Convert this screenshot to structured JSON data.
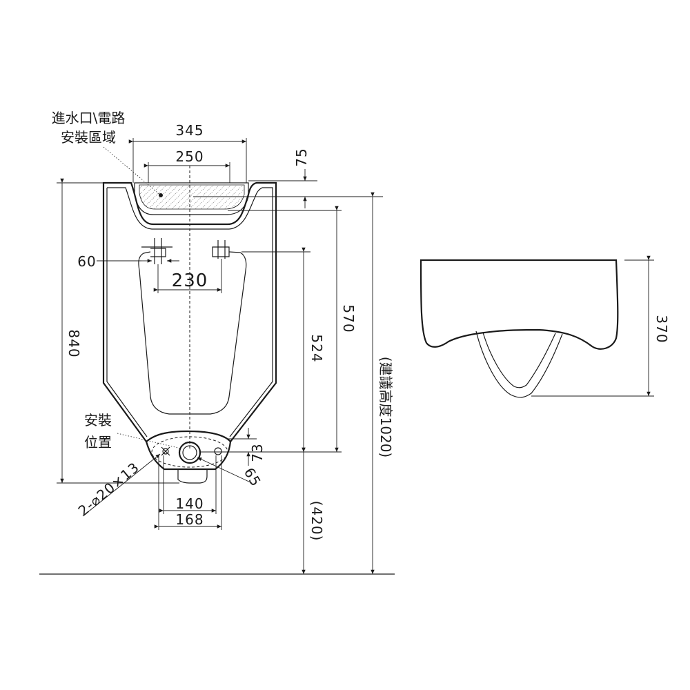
{
  "labels": {
    "inlet_area_line1": "進水口\\電路",
    "inlet_area_line2": "安裝區域",
    "install_pos_line1": "安裝",
    "install_pos_line2": "位置",
    "bolt_spec": "2-⌀20×13",
    "suggested_height": "(建議高度1020)"
  },
  "dimensions": {
    "d345": "345",
    "d250": "250",
    "d75": "75",
    "d60": "60",
    "d230": "230",
    "d840": "840",
    "d524": "524",
    "d570": "570",
    "d73": "73",
    "d65": "65",
    "d140": "140",
    "d168": "168",
    "d420": "(420)",
    "d370": "370"
  }
}
